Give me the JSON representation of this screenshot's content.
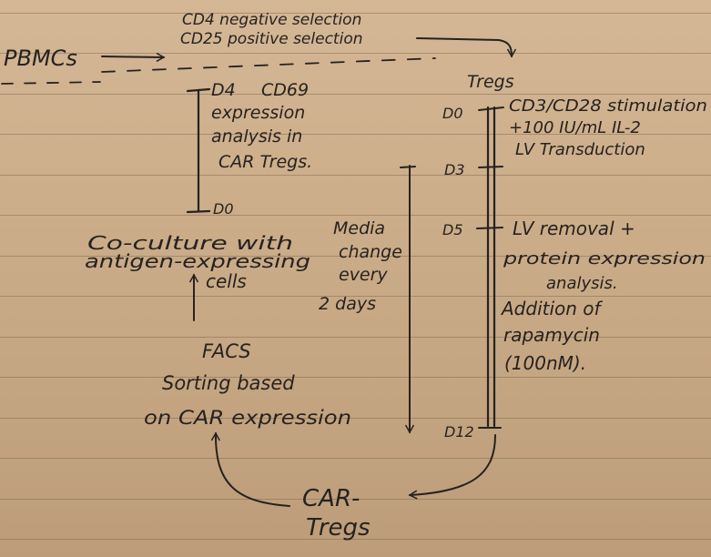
{
  "colors": {
    "paper": "#cdb08d",
    "ink": "#262220",
    "rule": "#7d6a57"
  },
  "source": {
    "label": "PBMCs"
  },
  "selection": {
    "line1": "CD4 negative selection",
    "line2": "CD25 positive selection"
  },
  "tregs": {
    "label": "Tregs"
  },
  "timeline": {
    "days": {
      "d0": "D0",
      "d3": "D3",
      "d5": "D5",
      "d12": "D12"
    },
    "d0_note": {
      "line1": "CD3/CD28 stimulation",
      "line2": "+100 IU/mL IL-2"
    },
    "d3_note": {
      "line1": "LV Transduction"
    },
    "d5_note": {
      "line1": "LV removal +",
      "line2": "protein expression",
      "line3": "analysis.",
      "line4": "Addition of",
      "line5": "rapamycin",
      "line6": "(100nM)."
    },
    "media_note": {
      "line1": "Media",
      "line2": "change",
      "line3": "every",
      "line4": "2 days"
    }
  },
  "car_tregs": {
    "line1": "CAR-",
    "line2": "Tregs"
  },
  "facs": {
    "line1": "FACS",
    "line2": "Sorting based",
    "line3": "on CAR expression"
  },
  "coculture": {
    "line1": "Co-culture with",
    "line2": "antigen-expressing",
    "line3": "cells"
  },
  "assay": {
    "d4_label": "D4",
    "line1": "CD69",
    "line2": "expression",
    "line3": "analysis in",
    "line4": "CAR Tregs.",
    "d0_label": "D0"
  }
}
